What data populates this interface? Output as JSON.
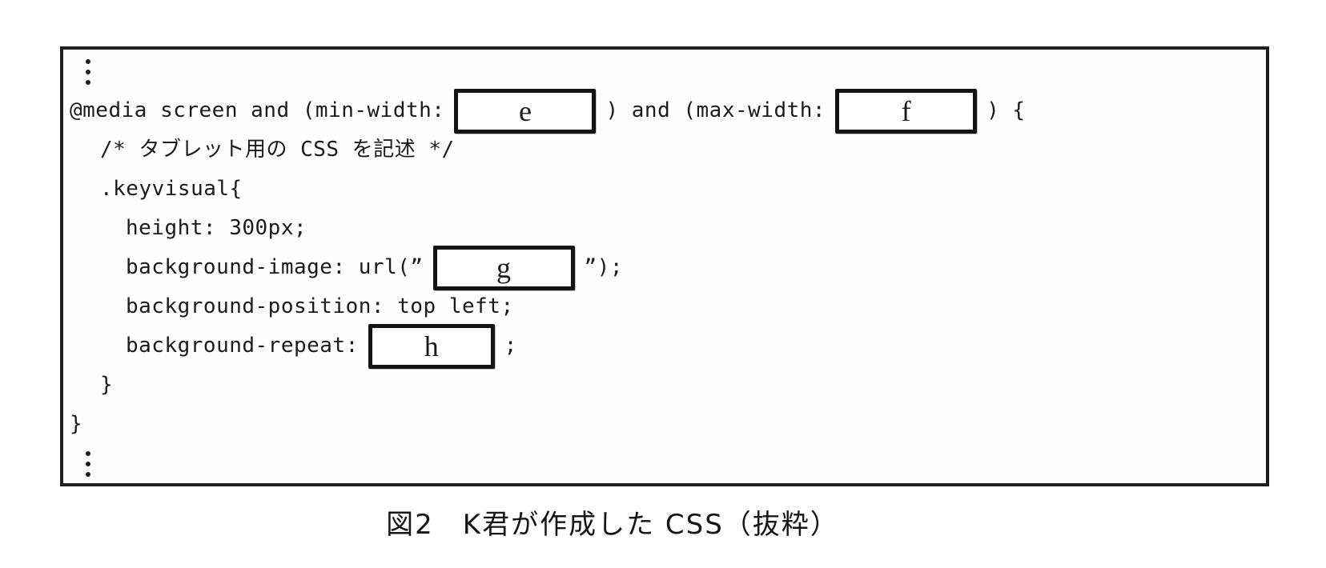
{
  "figure": {
    "caption": "図2　K君が作成した CSS（抜粋）",
    "artifact_mark": "'",
    "code_lines": [
      {
        "indent": 0,
        "ellipsis": true
      },
      {
        "indent": 0,
        "tokens": [
          {
            "type": "text",
            "value": "@media screen and (min-width:"
          },
          {
            "type": "blank",
            "value": "e"
          },
          {
            "type": "text",
            "value": ") and (max-width:"
          },
          {
            "type": "blank",
            "value": "f"
          },
          {
            "type": "text",
            "value": ") {"
          }
        ]
      },
      {
        "indent": 1,
        "tokens": [
          {
            "type": "text",
            "value": "/* タブレット用の CSS を記述 */"
          }
        ]
      },
      {
        "indent": 1,
        "tokens": [
          {
            "type": "text",
            "value": ".keyvisual{"
          }
        ]
      },
      {
        "indent": 2,
        "tokens": [
          {
            "type": "text",
            "value": "height: 300px;"
          }
        ]
      },
      {
        "indent": 2,
        "tokens": [
          {
            "type": "text",
            "value": "background-image: url(”"
          },
          {
            "type": "blank",
            "value": "g"
          },
          {
            "type": "text",
            "value": "”);"
          }
        ]
      },
      {
        "indent": 2,
        "tokens": [
          {
            "type": "text",
            "value": "background-position: top left;"
          }
        ]
      },
      {
        "indent": 2,
        "tokens": [
          {
            "type": "text",
            "value": "background-repeat:"
          },
          {
            "type": "blank",
            "value": "h",
            "size": "sm"
          },
          {
            "type": "text",
            "value": ";"
          }
        ]
      },
      {
        "indent": 1,
        "tokens": [
          {
            "type": "text",
            "value": "}"
          }
        ]
      },
      {
        "indent": 0,
        "tokens": [
          {
            "type": "text",
            "value": "}"
          }
        ]
      },
      {
        "indent": 0,
        "ellipsis": true
      }
    ]
  }
}
